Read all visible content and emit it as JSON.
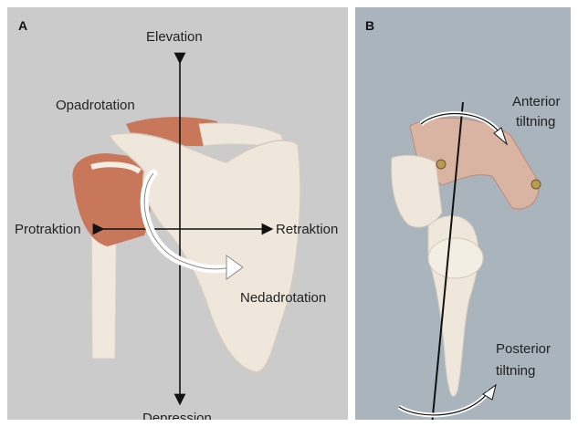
{
  "panel_a": {
    "label": "A",
    "annotations": {
      "elevation": "Elevation",
      "depression": "Depression",
      "protraction": "Protraktion",
      "retraction": "Retraktion",
      "upward_rotation": "Opadrotation",
      "downward_rotation": "Nedadrotation"
    }
  },
  "panel_b": {
    "label": "B",
    "annotations": {
      "anterior_tilt_line1": "Anterior",
      "anterior_tilt_line2": "tiltning",
      "posterior_tilt_line1": "Posterior",
      "posterior_tilt_line2": "tiltning"
    }
  },
  "colors": {
    "bone": "#efe7db",
    "cartilage": "#c9775a",
    "panel_a_bg": "#cbcbcb",
    "panel_b_bg": "#a9b4bd",
    "axis": "#111111"
  }
}
